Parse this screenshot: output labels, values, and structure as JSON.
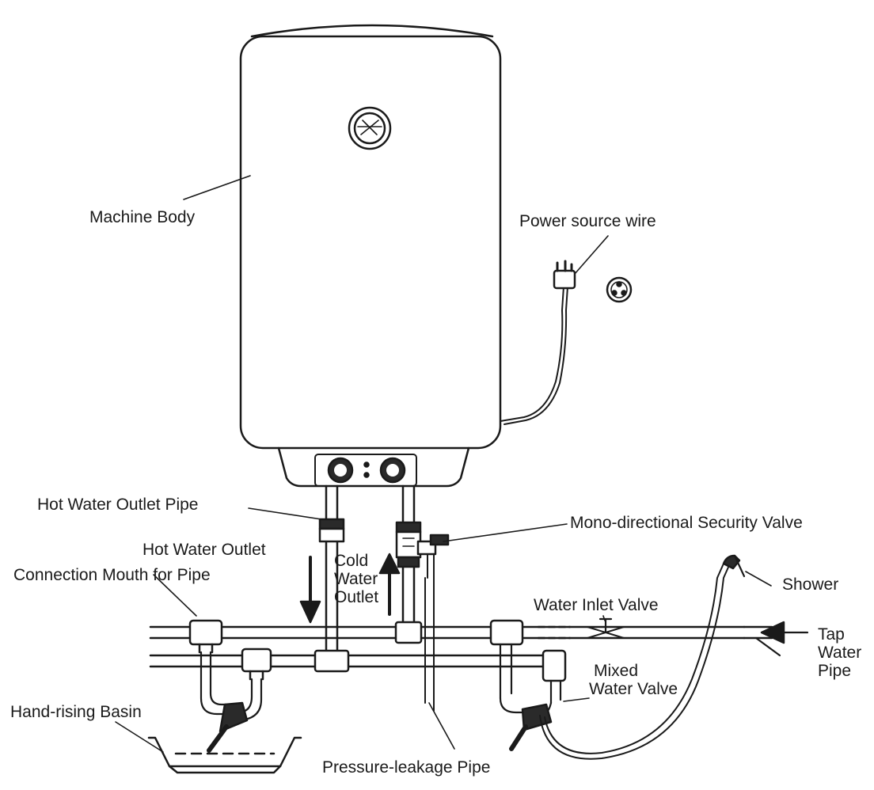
{
  "labels": {
    "machine_body": "Machine Body",
    "power_source_wire": "Power source wire",
    "hot_water_outlet_pipe": "Hot Water Outlet Pipe",
    "mono_directional_security_valve": "Mono-directional Security Valve",
    "hot_water_outlet": "Hot Water Outlet",
    "cold_water_outlet": [
      "Cold",
      "Water",
      "Outlet"
    ],
    "connection_mouth_for_pipe": "Connection Mouth for Pipe",
    "shower": "Shower",
    "water_inlet_valve": "Water Inlet Valve",
    "tap_water_pipe": [
      "Tap",
      "Water",
      "Pipe"
    ],
    "mixed_water_valve": [
      "Mixed",
      "Water Valve"
    ],
    "hand_rising_basin": "Hand-rising Basin",
    "pressure_leakage_pipe": "Pressure-leakage Pipe"
  },
  "colors": {
    "line": "#1a1a1a",
    "background": "#ffffff"
  }
}
